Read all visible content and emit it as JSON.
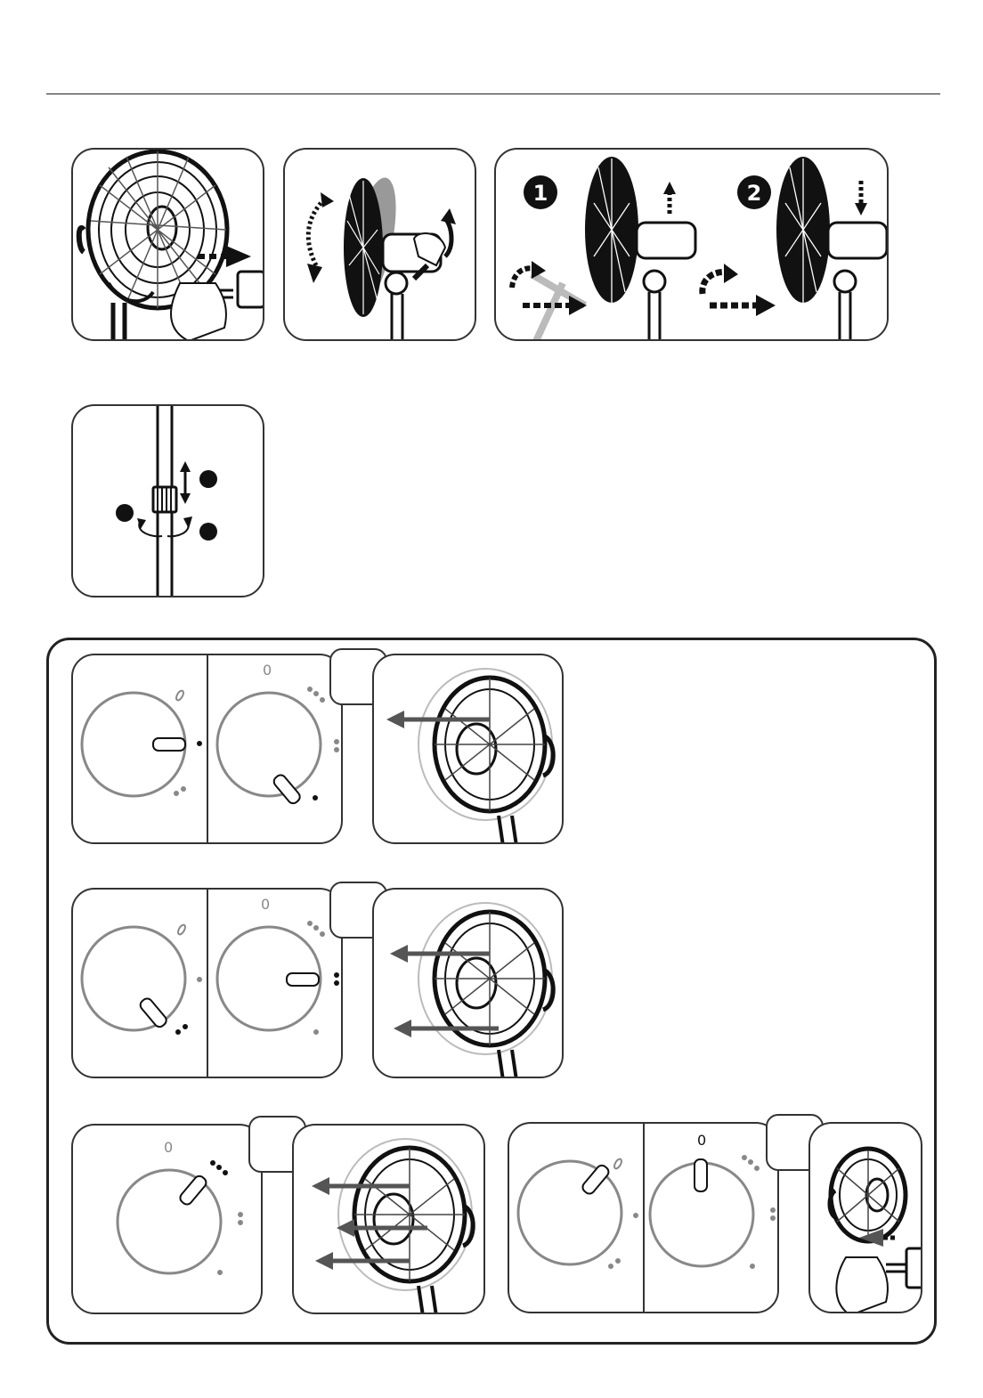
{
  "steps": {
    "step1": "1",
    "step2": "2"
  },
  "dial": {
    "off_label": "0"
  },
  "icons": {
    "step1_icon": "fan-unplug-illustration",
    "step2_icon": "fan-tilt-illustration",
    "step3_icon": "oscillation-pin-illustration",
    "step4_icon": "height-adjust-illustration"
  }
}
